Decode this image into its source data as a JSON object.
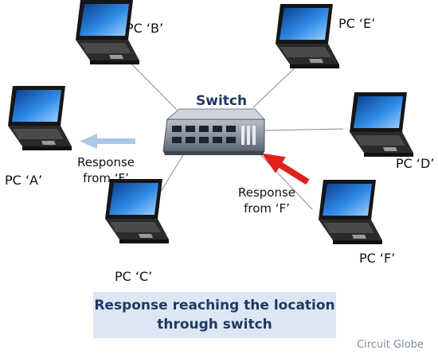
{
  "switch": {
    "label": "Switch"
  },
  "pcs": [
    {
      "id": "A",
      "label": "PC ‘A’"
    },
    {
      "id": "B",
      "label": "PC ‘B’"
    },
    {
      "id": "C",
      "label": "PC ‘C’"
    },
    {
      "id": "D",
      "label": "PC ‘D’"
    },
    {
      "id": "E",
      "label": "PC ‘E’"
    },
    {
      "id": "F",
      "label": "PC ‘F’"
    }
  ],
  "arrows": {
    "incoming": {
      "line1": "Response",
      "line2": "from ‘F’",
      "color": "#e0201b"
    },
    "outgoing": {
      "line1": "Response",
      "line2": "from ‘F’",
      "color": "#a9c9e6"
    }
  },
  "caption": {
    "line1": "Response reaching the location",
    "line2": "through switch"
  },
  "credit": "Circuit Globe",
  "colors": {
    "title": "#1f3864",
    "caption_bg": "#dbe7f3",
    "switch_body": "#7f8898",
    "screen": "#1a6fd0"
  }
}
